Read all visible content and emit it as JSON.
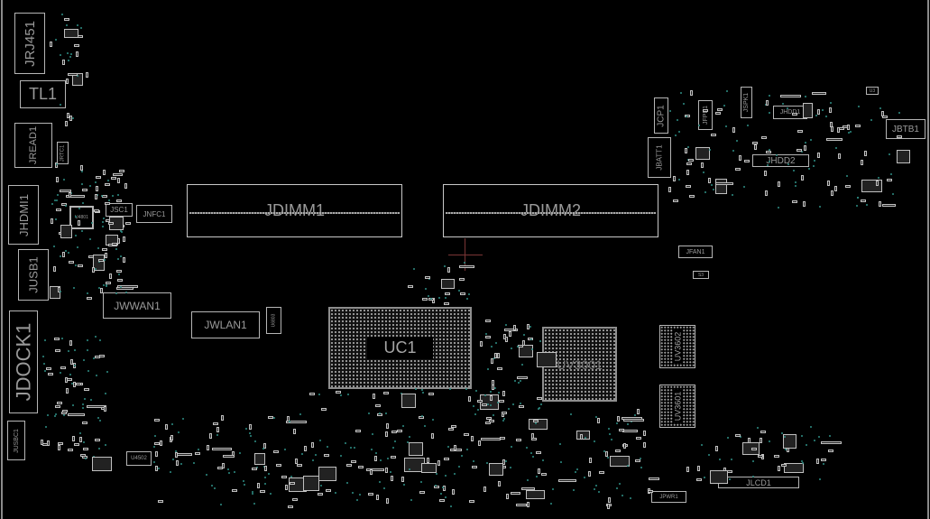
{
  "board": {
    "components": {
      "jrj451": "JRJ451",
      "tl1": "TL1",
      "jread1": "JREAD1",
      "jrtc1": "JRTC1",
      "jhdmi1": "JHDMI1",
      "jusb1": "JUSB1",
      "jdock1": "JDOCK1",
      "jusbc1": "JUSBC1",
      "u4801": "U4801",
      "jsc1": "JSC1",
      "jnfc1": "JNFC1",
      "jwwan1": "JWWAN1",
      "jwlan1": "JWLAN1",
      "u6803": "U6803",
      "u4502": "U4502",
      "jdimm1": "JDIMM1",
      "jdimm2": "JDIMM2",
      "uc1": "UC1",
      "uv3001": "UV3001",
      "uv3602": "UV3602",
      "uv3601": "UV3601",
      "jcp1": "JCP1",
      "jfpb1": "JFPB1",
      "jspk1": "JSPK1",
      "jhdd1": "JHDD1",
      "jhdd2": "JHDD2",
      "jbatt1": "JBATT1",
      "jbtb1": "JBTB1",
      "u3": "U3",
      "jfan1": "JFAN1",
      "s3": "S3",
      "jlcd1": "JLCD1",
      "jpwr1": "JPWR1"
    },
    "colors": {
      "background": "#000000",
      "outline": "#b5b5b5",
      "via": "#2f8f86",
      "cursor": "#7a3535"
    }
  }
}
